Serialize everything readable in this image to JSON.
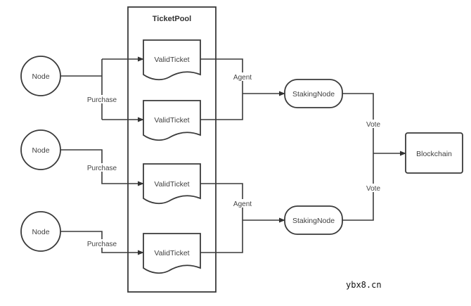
{
  "diagram": {
    "pool": {
      "title": "TicketPool"
    },
    "nodes": [
      {
        "label": "Node"
      },
      {
        "label": "Node"
      },
      {
        "label": "Node"
      }
    ],
    "tickets": [
      {
        "label": "ValidTicket"
      },
      {
        "label": "ValidTicket"
      },
      {
        "label": "ValidTicket"
      },
      {
        "label": "ValidTicket"
      }
    ],
    "staking_nodes": [
      {
        "label": "StakingNode"
      },
      {
        "label": "StakingNode"
      }
    ],
    "blockchain": {
      "label": "Blockchain"
    },
    "edges": {
      "purchase": [
        "Purchase",
        "Purchase",
        "Purchase"
      ],
      "agent": [
        "Agent",
        "Agent"
      ],
      "vote": [
        "Vote",
        "Vote"
      ]
    }
  },
  "watermark": "ybx8.cn"
}
